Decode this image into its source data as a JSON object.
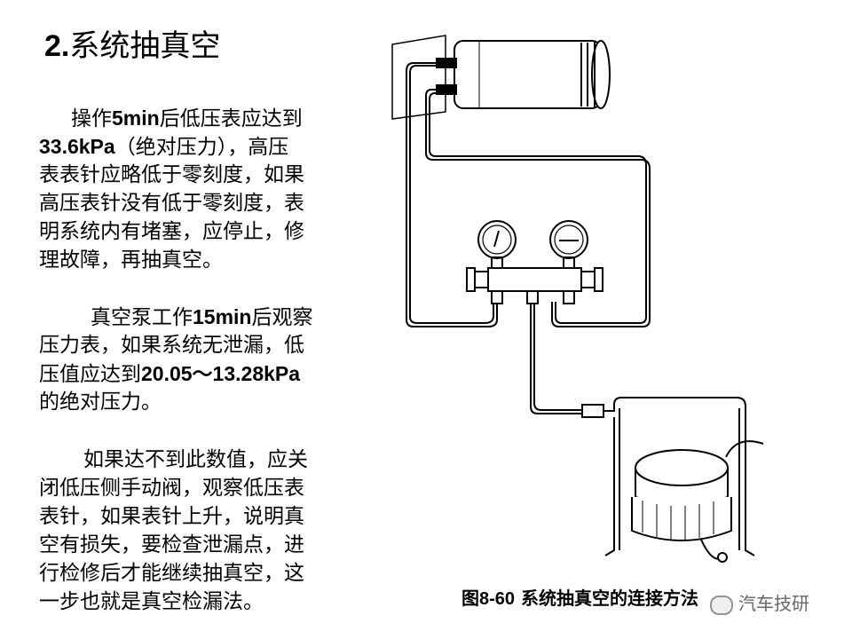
{
  "heading": {
    "number": "2.",
    "text": "系统抽真空"
  },
  "paragraphs": [
    {
      "lines": [
        [
          {
            "t": "操作"
          },
          {
            "t": "5min",
            "b": true
          },
          {
            "t": "后低压表应达到"
          }
        ],
        [
          {
            "t": "33.6kPa",
            "b": true
          },
          {
            "t": "（绝对压力），高压"
          }
        ],
        [
          {
            "t": "表表针应略低于零刻度，如果"
          }
        ],
        [
          {
            "t": "高压表针没有低于零刻度，表"
          }
        ],
        [
          {
            "t": "明系统内有堵塞，应停止，修"
          }
        ],
        [
          {
            "t": "理故障，再抽真空。"
          }
        ]
      ]
    },
    {
      "lines": [
        [
          {
            "t": "真空泵工作"
          },
          {
            "t": "15min",
            "b": true
          },
          {
            "t": "后观察"
          }
        ],
        [
          {
            "t": "压力表，如果系统无泄漏，低"
          }
        ],
        [
          {
            "t": "压值应达到"
          },
          {
            "t": "20.05～13.28kPa",
            "b": true
          }
        ],
        [
          {
            "t": "的绝对压力。"
          }
        ]
      ]
    },
    {
      "lines": [
        [
          {
            "t": "如果达不到此数值，应关"
          }
        ],
        [
          {
            "t": "闭低压侧手动阀，观察低压表"
          }
        ],
        [
          {
            "t": "表针，如果表针上升，说明真"
          }
        ],
        [
          {
            "t": "空有损失，要检查泄漏点，进"
          }
        ],
        [
          {
            "t": "行检修后才能继续抽真空，这"
          }
        ],
        [
          {
            "t": "一步也就是真空检漏法。"
          }
        ]
      ]
    }
  ],
  "figure": {
    "caption_number": "图8-60",
    "caption_text": "系统抽真空的连接方法"
  },
  "watermark": {
    "text": "汽车技研",
    "icon": "wechat-logo-icon"
  }
}
